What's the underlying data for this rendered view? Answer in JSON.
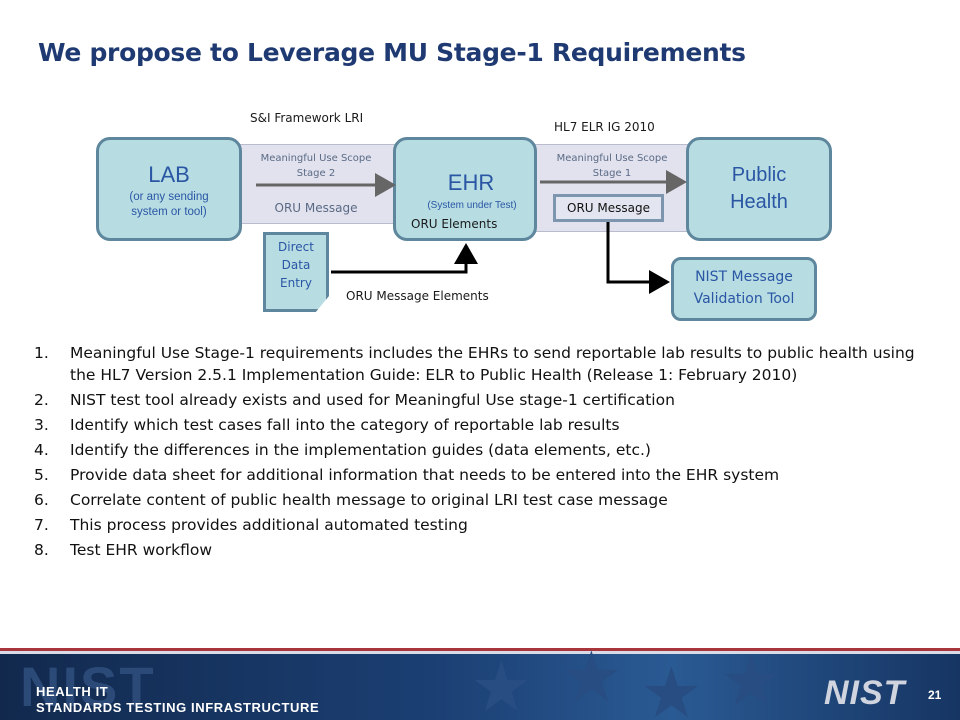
{
  "slide": {
    "title": "We propose to Leverage MU Stage-1 Requirements",
    "page_number": "21"
  },
  "diagram": {
    "lab": {
      "name": "LAB",
      "sub": "(or any sending system or tool)"
    },
    "ehr": {
      "name": "EHR",
      "sub": "(System under Test)"
    },
    "public_health": {
      "name_line1": "Public",
      "name_line2": "Health"
    },
    "framework_label": "S&I Framework LRI",
    "ig_label": "HL7 ELR IG 2010",
    "scope_stage2": {
      "title": "Meaningful Use Scope Stage 2",
      "message": "ORU Message"
    },
    "scope_stage1": {
      "title": "Meaningful Use Scope Stage 1",
      "message": "ORU Message"
    },
    "oru_elements": "ORU Elements",
    "direct_entry": {
      "line1": "Direct",
      "line2": "Data",
      "line3": "Entry"
    },
    "oru_message_elements": "ORU Message Elements",
    "nist_tool": {
      "line1": "NIST Message",
      "line2": "Validation Tool"
    }
  },
  "requirements": [
    {
      "num": "1.",
      "text": "Meaningful Use Stage-1 requirements includes the EHRs to send reportable lab results to public health using the HL7 Version 2.5.1 Implementation Guide: ELR to Public Health (Release 1: February 2010)"
    },
    {
      "num": "2.",
      "text": "NIST test tool already exists and used for Meaningful Use stage-1 certification"
    },
    {
      "num": "3.",
      "text": "Identify which test cases fall into the category of reportable lab results"
    },
    {
      "num": "4.",
      "text": "Identify the differences in the implementation guides (data elements, etc.)"
    },
    {
      "num": "5.",
      "text": "Provide data sheet for additional information that needs to be entered into the EHR system"
    },
    {
      "num": "6.",
      "text": "Correlate content of public health message to original LRI test case message"
    },
    {
      "num": "7.",
      "text": "This process provides additional automated testing"
    },
    {
      "num": "8.",
      "text": "Test EHR workflow"
    }
  ],
  "footer": {
    "line1": "HEALTH IT",
    "line2": "STANDARDS TESTING INFRASTRUCTURE",
    "logo_text": "NIST"
  },
  "colors": {
    "title": "#1f3a72",
    "box_fill": "#b7dde3",
    "box_border": "#5e879d",
    "box_text": "#2a56a4",
    "scope_fill": "#e1e2ee",
    "footer_bg": "#1b3f73",
    "footer_stripe": "#a8343c"
  }
}
